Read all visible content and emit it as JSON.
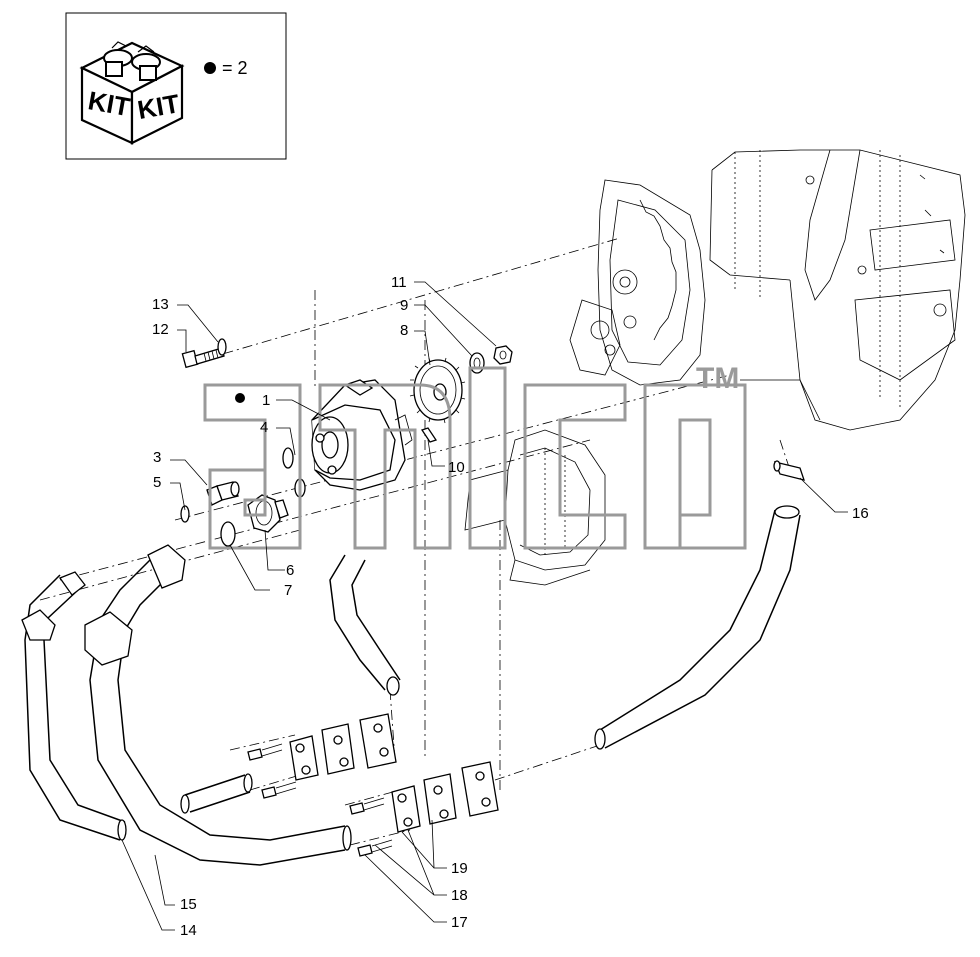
{
  "kit": {
    "label_left": "KIT",
    "label_right": "KIT",
    "quantity_text": "= 2",
    "bullet_color": "#000000"
  },
  "watermark": {
    "trademark": "TM",
    "color": "#9a9a9a"
  },
  "callouts": [
    {
      "id": "c1",
      "text": "1"
    },
    {
      "id": "c3",
      "text": "3"
    },
    {
      "id": "c4",
      "text": "4"
    },
    {
      "id": "c5",
      "text": "5"
    },
    {
      "id": "c6",
      "text": "6"
    },
    {
      "id": "c7",
      "text": "7"
    },
    {
      "id": "c8",
      "text": "8"
    },
    {
      "id": "c9",
      "text": "9"
    },
    {
      "id": "c10",
      "text": "10"
    },
    {
      "id": "c11",
      "text": "11"
    },
    {
      "id": "c12",
      "text": "12"
    },
    {
      "id": "c13",
      "text": "13"
    },
    {
      "id": "c14",
      "text": "14"
    },
    {
      "id": "c15",
      "text": "15"
    },
    {
      "id": "c16",
      "text": "16"
    },
    {
      "id": "c17",
      "text": "17"
    },
    {
      "id": "c18",
      "text": "18"
    },
    {
      "id": "c19",
      "text": "19"
    }
  ]
}
